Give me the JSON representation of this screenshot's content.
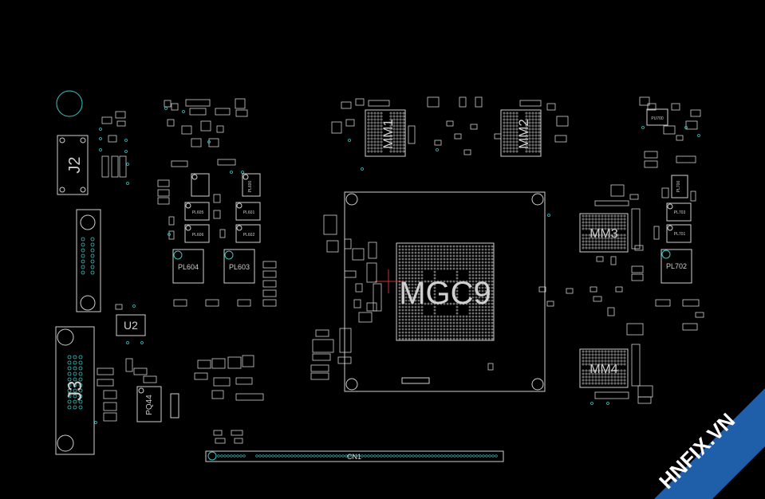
{
  "board": {
    "background": "#000000",
    "outline_color": "#cfcfcf",
    "accent_cyan": "#39c6c6",
    "marker_red": "#c83232"
  },
  "labels": {
    "gpu": "MGC9",
    "mm1": "MM1",
    "mm2": "MM2",
    "mm3": "MM3",
    "mm4": "MM4",
    "j2": "J2",
    "j3": "J3",
    "u2": "U2",
    "pl604": "PL604",
    "pl603": "PL603",
    "pl702": "PL702",
    "pq44": "PQ44",
    "cn1": "CN1",
    "pl605": "PL605",
    "pl601": "PL601",
    "pl602": "PL602",
    "pl606": "PL606",
    "pl600": "PL600",
    "pl701": "PL701",
    "pl703": "PL703",
    "pl700": "PL700",
    "pu700": "PU700"
  },
  "watermark": {
    "text": "HNFIX.VN",
    "background": "#1f5ea8",
    "color": "#ffffff"
  }
}
